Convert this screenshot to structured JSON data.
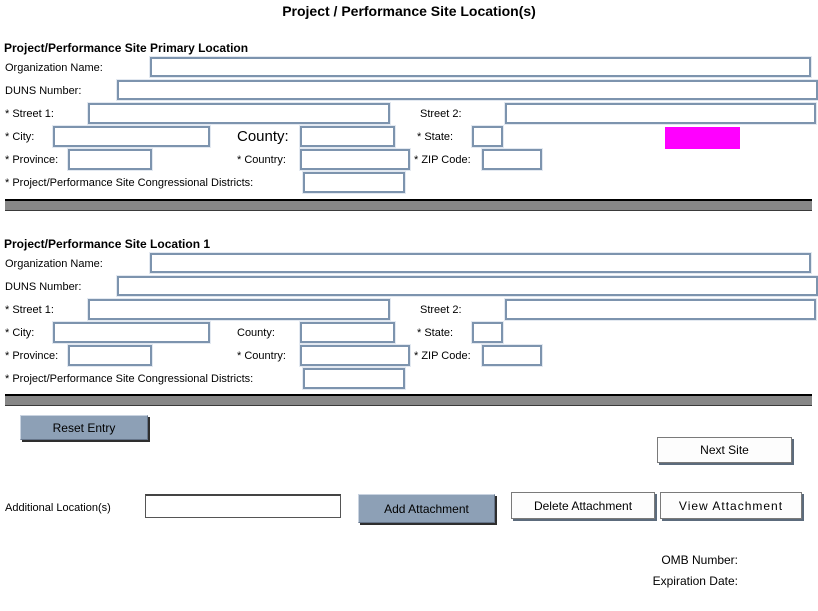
{
  "title": "Project / Performance Site Location(s)",
  "colors": {
    "highlight": "#ff00ff",
    "button_fill": "#8da0b6",
    "bar_fill": "#878787"
  },
  "sections": [
    {
      "heading": "Project/Performance Site Primary Location",
      "labels": {
        "organization": "Organization Name:",
        "duns": "DUNS Number:",
        "street1": "* Street 1:",
        "street2": "Street 2:",
        "city": "* City:",
        "county": "County:",
        "state": "* State:",
        "province": "* Province:",
        "country": "* Country:",
        "zip": "* ZIP Code:",
        "congressional": "* Project/Performance Site Congressional Districts:"
      }
    },
    {
      "heading": "Project/Performance Site Location 1",
      "labels": {
        "organization": "Organization Name:",
        "duns": "DUNS Number:",
        "street1": "* Street 1:",
        "street2": "Street 2:",
        "city": "* City:",
        "county": "County:",
        "state": "* State:",
        "province": "* Province:",
        "country": "* Country:",
        "zip": "* ZIP Code:",
        "congressional": "* Project/Performance Site Congressional Districts:"
      }
    }
  ],
  "buttons": {
    "reset": "Reset Entry",
    "next_site": "Next Site",
    "add_attachment": "Add Attachment",
    "delete_attachment": "Delete Attachment",
    "view_attachment": "View Attachment"
  },
  "additional_location": {
    "label": "Additional Location(s)"
  },
  "footer": {
    "omb_number_label": "OMB Number:",
    "expiration_date_label": "Expiration Date:"
  }
}
